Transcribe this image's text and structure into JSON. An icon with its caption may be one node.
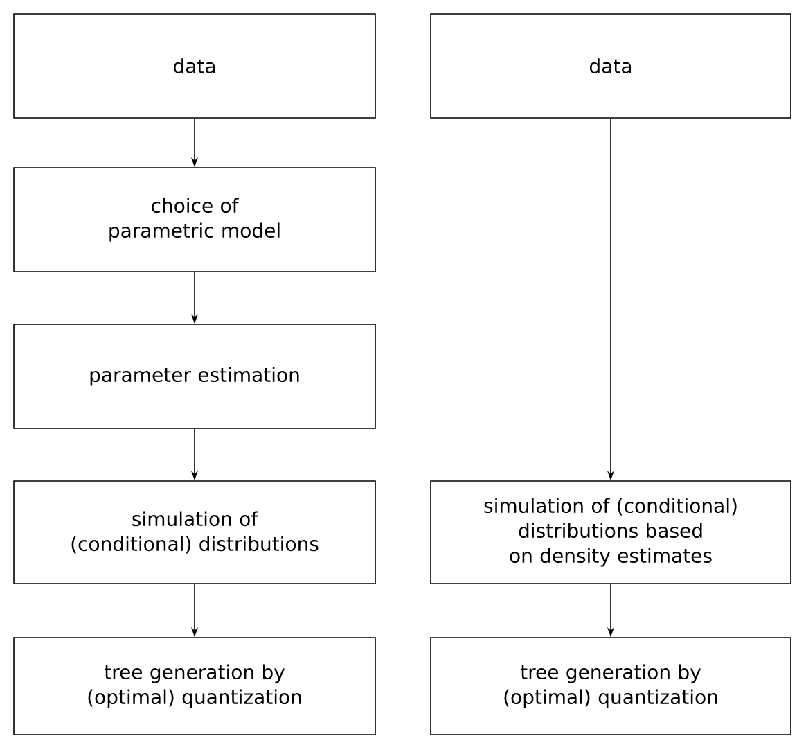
{
  "diagram": {
    "nodes": [
      {
        "text": [
          "data"
        ]
      },
      {
        "text": [
          "choice of parametric model"
        ]
      },
      {
        "text": [
          "parameter estimation"
        ]
      },
      {
        "text": [
          "simulation of (conditional) distributions"
        ]
      },
      {
        "text": [
          "tree generation by (optimal) quantization"
        ]
      },
      {
        "text": [
          "data"
        ]
      },
      {
        "text": [
          "simulation of (conditional) distributions based on density estimates"
        ]
      },
      {
        "text": [
          "tree generation by (optimal) quantization"
        ]
      }
    ],
    "edges": [
      {
        "from": 0,
        "to": 1,
        "arrow": "to"
      },
      {
        "from": 1,
        "to": 2,
        "arrow": "to"
      },
      {
        "from": 2,
        "to": 3,
        "arrow": "to"
      },
      {
        "from": 3,
        "to": 4,
        "arrow": "to"
      },
      {
        "from": 5,
        "to": 6,
        "arrow": "to"
      },
      {
        "from": 6,
        "to": 7,
        "arrow": "to"
      }
    ]
  }
}
